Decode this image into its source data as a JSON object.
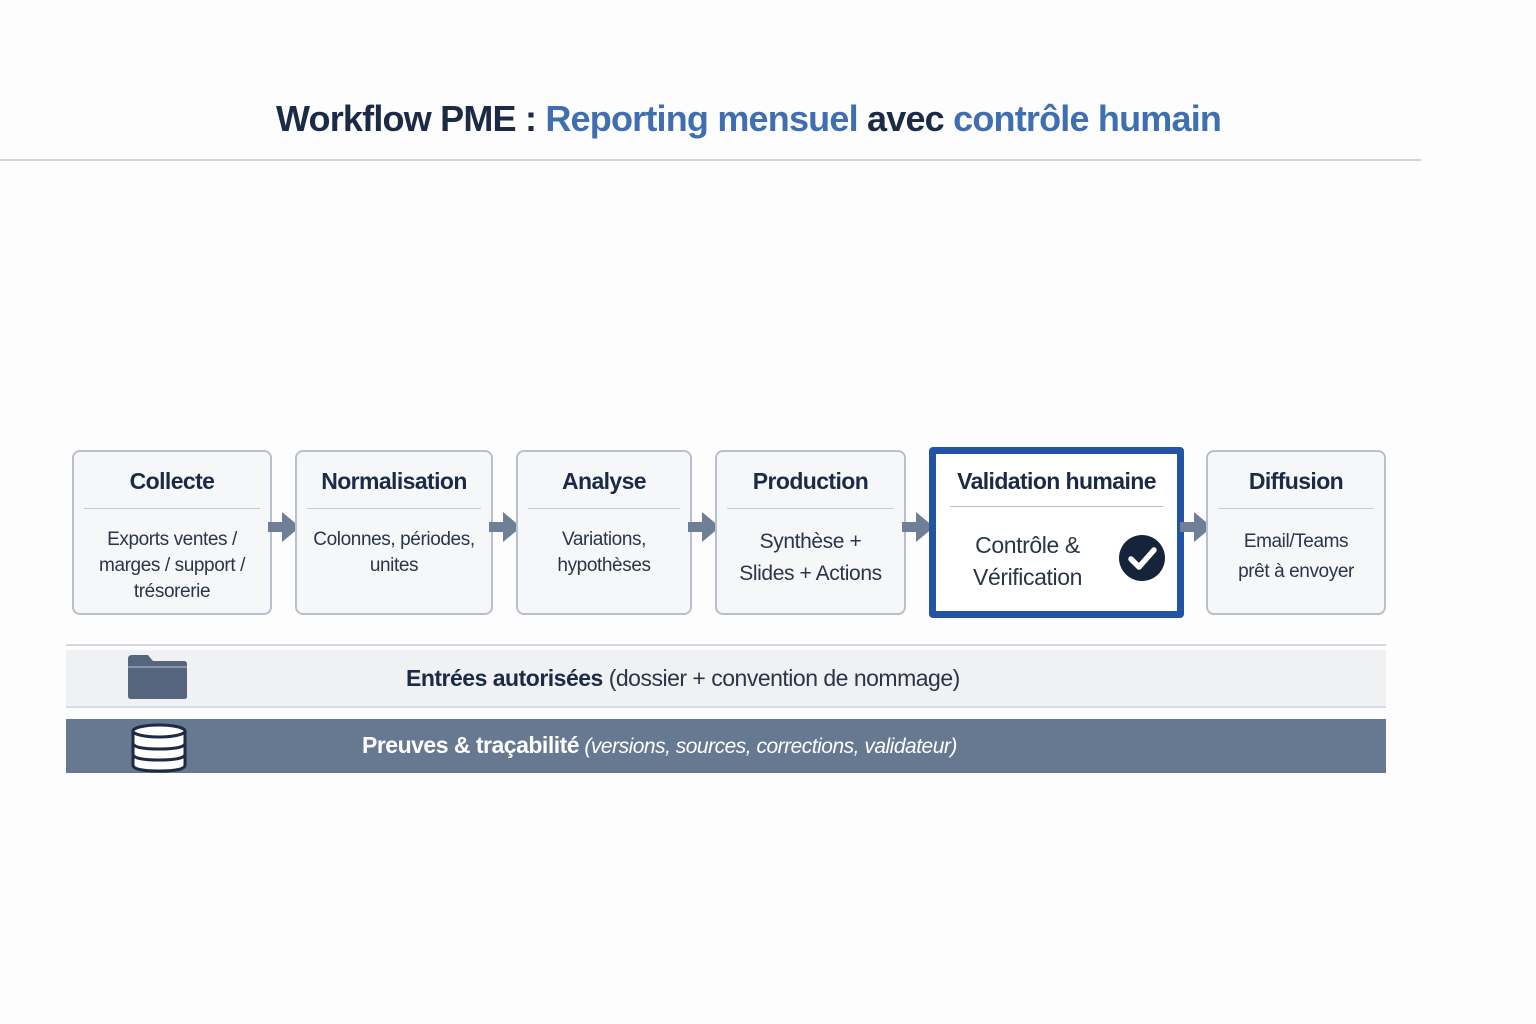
{
  "title": {
    "part1": "Workflow PME : ",
    "part2": "Reporting mensuel",
    "part3": " avec ",
    "part4": "contrôle humain"
  },
  "steps": [
    {
      "title": "Collecte",
      "desc_lines": [
        "Exports ventes /",
        "marges / support /",
        "trésorerie"
      ]
    },
    {
      "title": "Normalisation",
      "desc_lines": [
        "Colonnes, périodes,",
        "unites"
      ]
    },
    {
      "title": "Analyse",
      "desc_lines": [
        "Variations,",
        "hypothèses"
      ]
    },
    {
      "title": "Production",
      "desc_lines": [
        "Synthèse +",
        "Slides + Actions"
      ]
    },
    {
      "title": "Validation humaine",
      "desc_lines": [
        "Contrôle &",
        "Vérification"
      ],
      "highlighted": true,
      "icon": "check-circle-icon"
    },
    {
      "title": "Diffusion",
      "desc_lines": [
        "Email/Teams",
        "prêt à envoyer"
      ]
    }
  ],
  "bands": {
    "inputs": {
      "icon": "folder-icon",
      "bold": "Entrées autorisées",
      "rest": " (dossier + convention de nommage)"
    },
    "proof": {
      "icon": "database-icon",
      "bold": "Preuves & traçabilité",
      "rest": " (versions, sources, corrections, validateur)"
    }
  },
  "colors": {
    "title_dark": "#1c2b45",
    "title_accent": "#3f6fb0",
    "highlight_border": "#2353a5",
    "arrow": "#6f7f96",
    "proof_band": "#677891"
  }
}
